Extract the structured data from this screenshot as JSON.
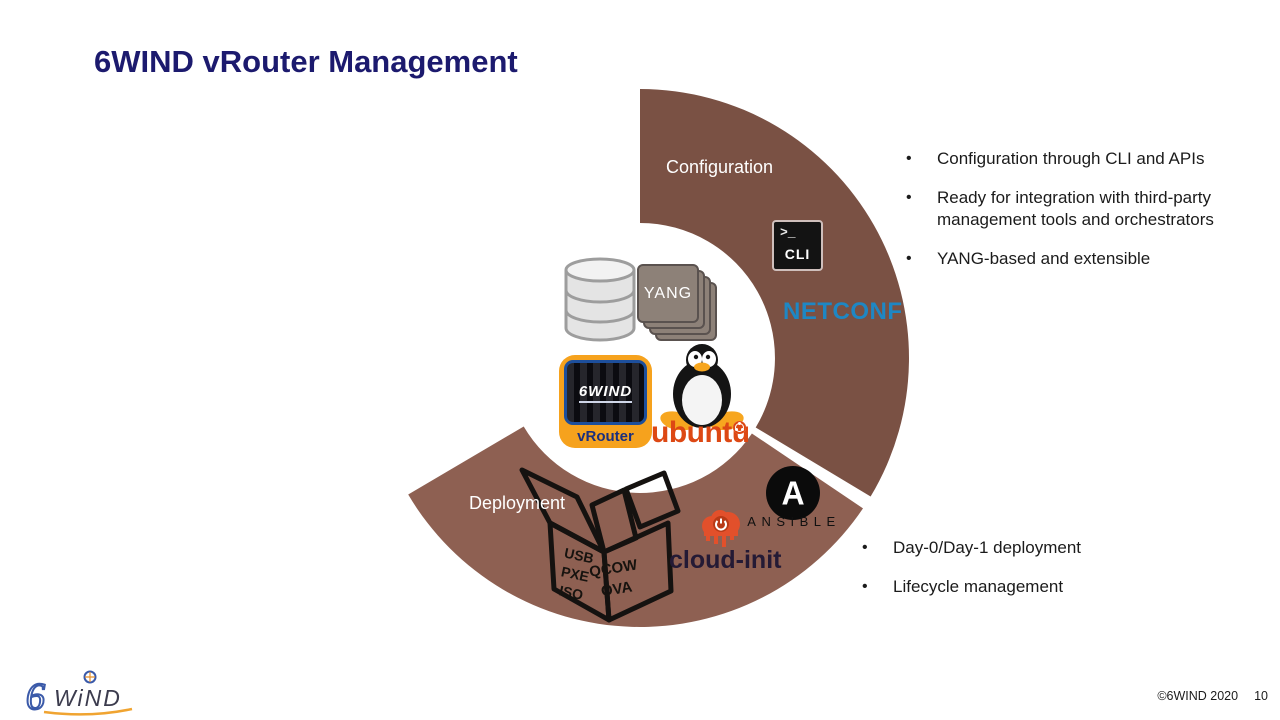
{
  "slide": {
    "title": "6WIND vRouter Management",
    "copyright": "©6WIND 2020",
    "page_number": "10"
  },
  "diagram": {
    "segments": {
      "configuration": {
        "label": "Configuration",
        "color": "#7a5144"
      },
      "deployment": {
        "label": "Deployment",
        "color": "#8e6052"
      }
    },
    "yang_label": "YANG",
    "cli": {
      "prompt": ">_",
      "label": "CLI"
    },
    "netconf_label": "NETCONF",
    "vrouter": {
      "brand": "6WIND",
      "label": "vRouter"
    },
    "ubuntu_label": "ubuntu",
    "ansible": {
      "initial": "A",
      "label": "ANSIBLE"
    },
    "cloud_init_label": "cloud-init",
    "box": {
      "left_lines": [
        "USB",
        "PXE",
        "ISO"
      ],
      "right_lines": [
        "QCOW",
        "OVA"
      ]
    }
  },
  "bullets": {
    "configuration": [
      "Configuration through CLI and APIs",
      "Ready for integration with third-party management tools and orchestrators",
      "YANG-based and extensible"
    ],
    "deployment": [
      "Day-0/Day-1 deployment",
      "Lifecycle management"
    ]
  },
  "logo": {
    "six": "6",
    "wind": "WiND"
  },
  "colors": {
    "title": "#1c1a6e",
    "arc_configuration": "#7a5144",
    "arc_deployment": "#8e6052",
    "netconf_blue": "#1e87c4",
    "ubuntu_orange": "#dd4814",
    "vrouter_orange": "#f6a21d",
    "cloud_init_orange": "#e2502b"
  }
}
